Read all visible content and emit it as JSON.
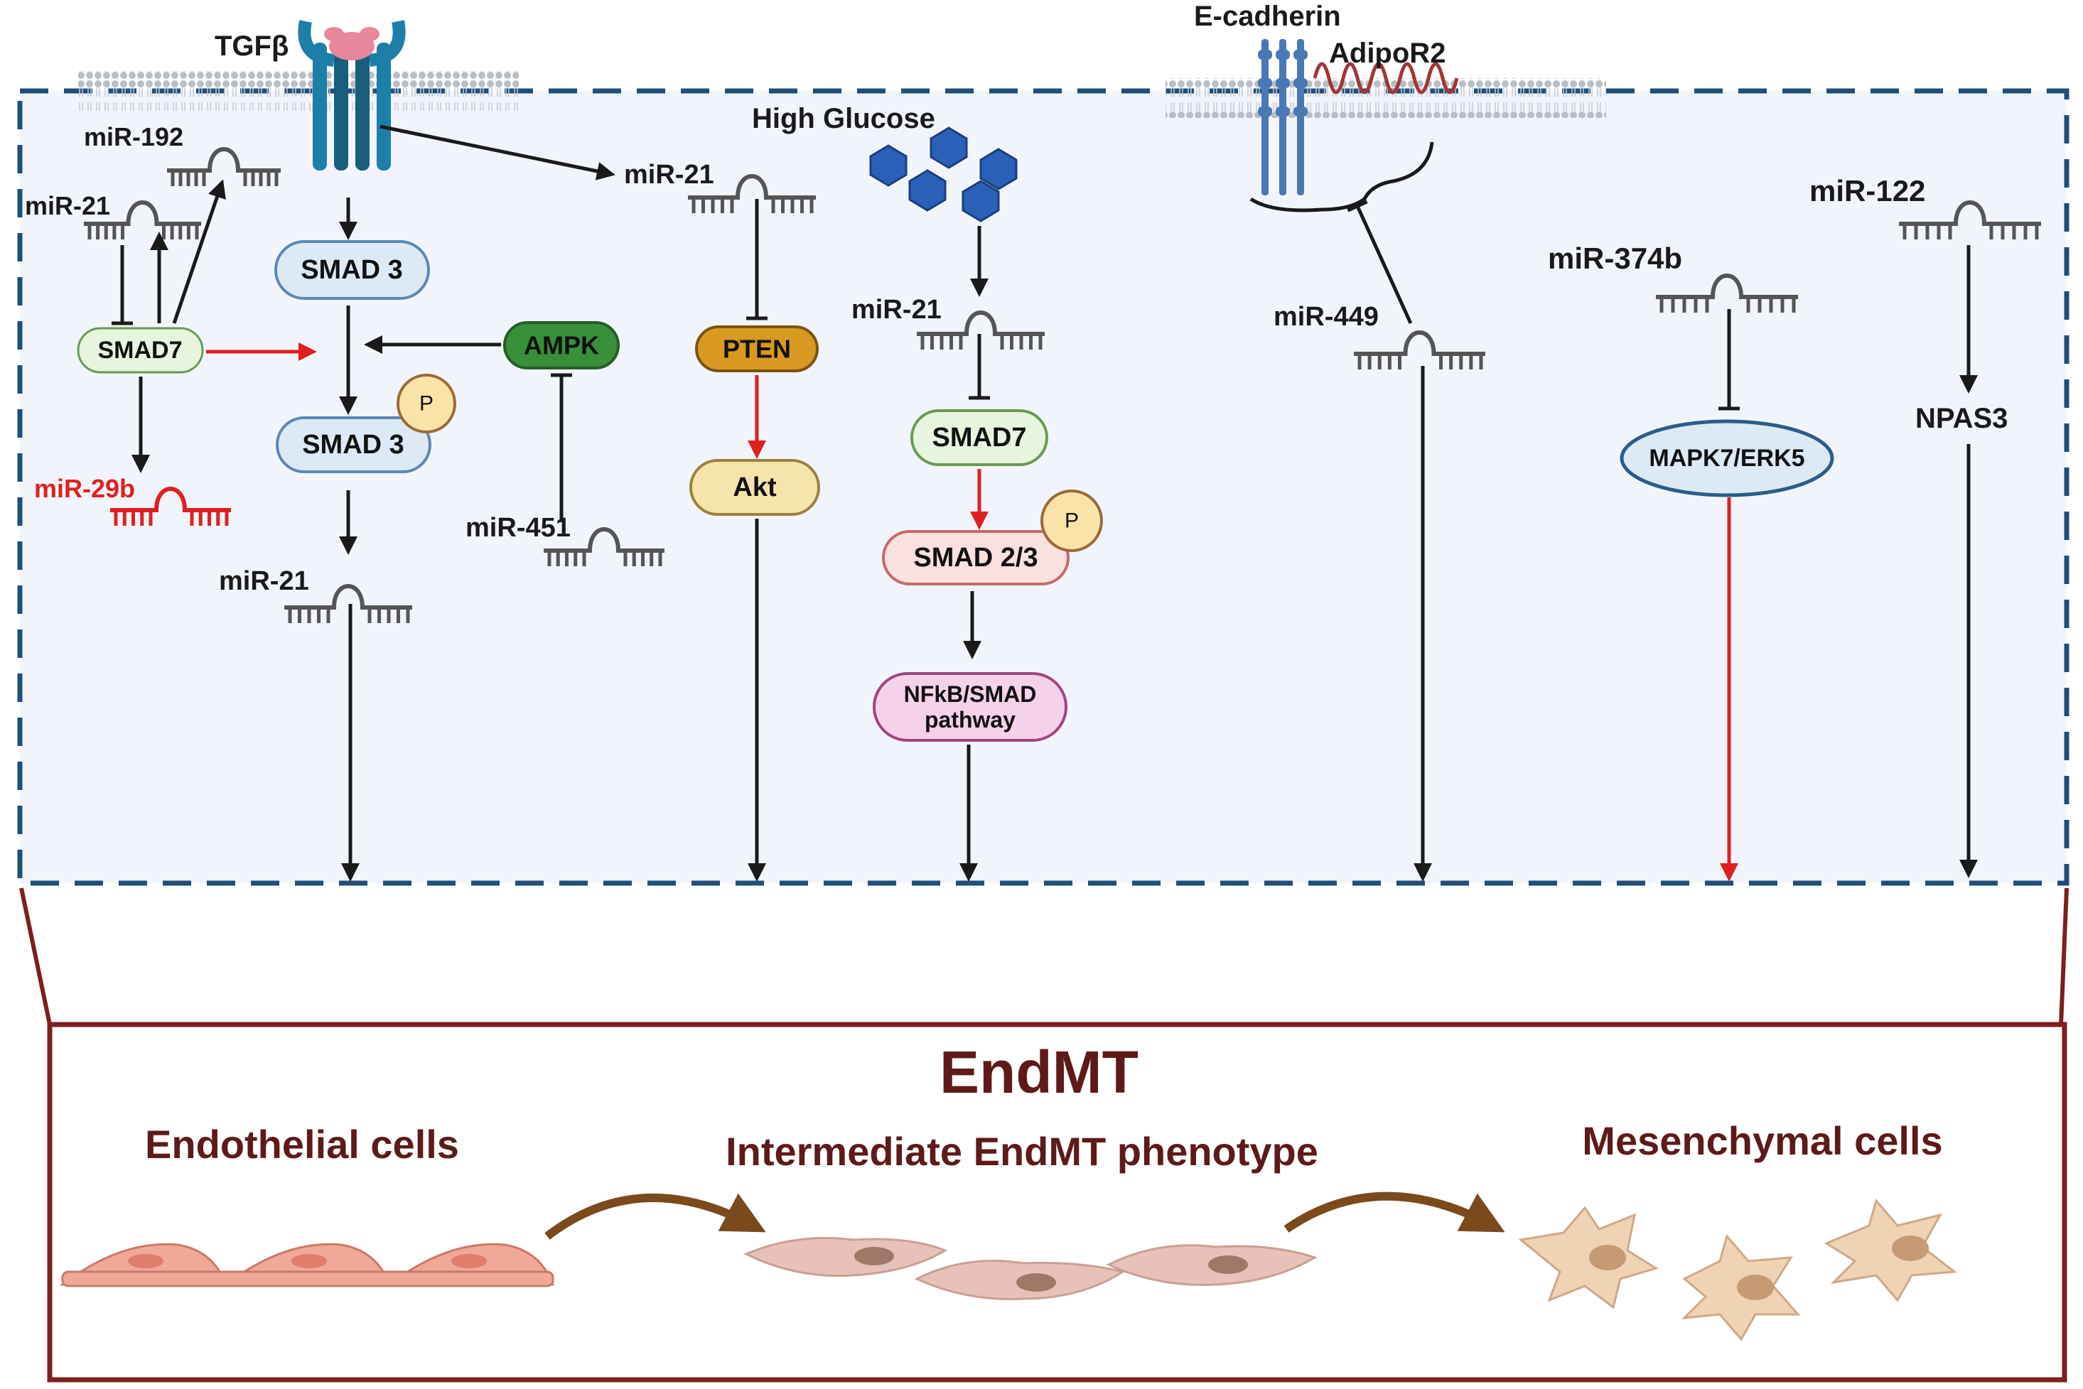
{
  "labels": {
    "tgfb": "TGFβ",
    "ecadherin": "E-cadherin",
    "adipor2": "AdipoR2",
    "high_glucose": "High Glucose",
    "mir192": "miR-192",
    "mir21_left": "miR-21",
    "mir21_top": "miR-21",
    "mir21_bottom": "miR-21",
    "mir21_glucose": "miR-21",
    "mir29b": "miR-29b",
    "mir451": "miR-451",
    "mir449": "miR-449",
    "mir374b": "miR-374b",
    "mir122": "miR-122",
    "npas3": "NPAS3"
  },
  "nodes": {
    "smad3_a": "SMAD 3",
    "smad3_b": "SMAD 3",
    "smad7_left": "SMAD7",
    "ampk": "AMPK",
    "pten": "PTEN",
    "akt": "Akt",
    "smad7_mid": "SMAD7",
    "smad23": "SMAD 2/3",
    "nfkb_line1": "NFkB/SMAD",
    "nfkb_line2": "pathway",
    "mapk7": "MAPK7/ERK5",
    "p1": "P",
    "p2": "P"
  },
  "endmt": {
    "title": "EndMT",
    "stage1": "Endothelial cells",
    "stage2": "Intermediate EndMT phenotype",
    "stage3": "Mesenchymal cells"
  },
  "colors": {
    "inhibit_arrow": "#1a1a1a",
    "activate_red": "#e02020",
    "frame_blue": "#1f4e79",
    "frame_red": "#7b1f1f",
    "panel_fill": "#f1f5fb",
    "title_color": "#5e1a1a"
  }
}
